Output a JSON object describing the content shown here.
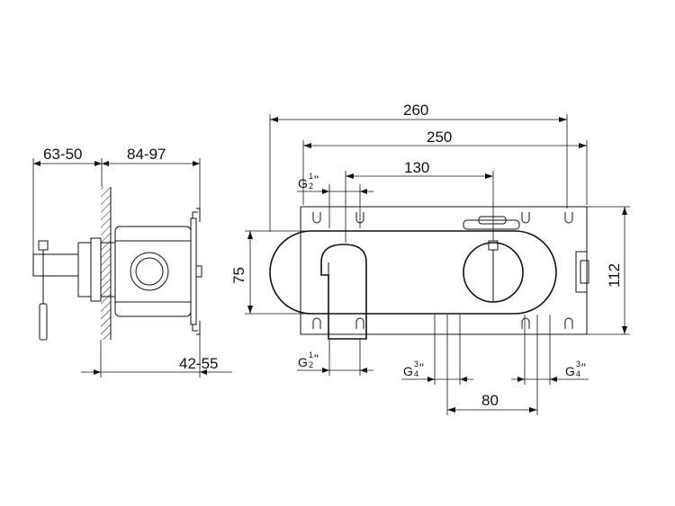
{
  "side_view": {
    "dim_front": "63-50",
    "dim_depth": "84-97",
    "dim_wall": "42-55"
  },
  "front_view": {
    "dim_overall": "260",
    "dim_plate": "250",
    "dim_spacing": "130",
    "dim_height": "75",
    "dim_height_overall": "112",
    "dim_inlet_spacing": "80",
    "thread_top": {
      "prefix": "G",
      "num": "1",
      "den": "2",
      "suffix": "\""
    },
    "thread_bottom": {
      "prefix": "G",
      "num": "1",
      "den": "2",
      "suffix": "\""
    },
    "thread_inlet_left": {
      "prefix": "G",
      "num": "3",
      "den": "4",
      "suffix": "\""
    },
    "thread_inlet_right": {
      "prefix": "G",
      "num": "3",
      "den": "4",
      "suffix": "\""
    }
  }
}
